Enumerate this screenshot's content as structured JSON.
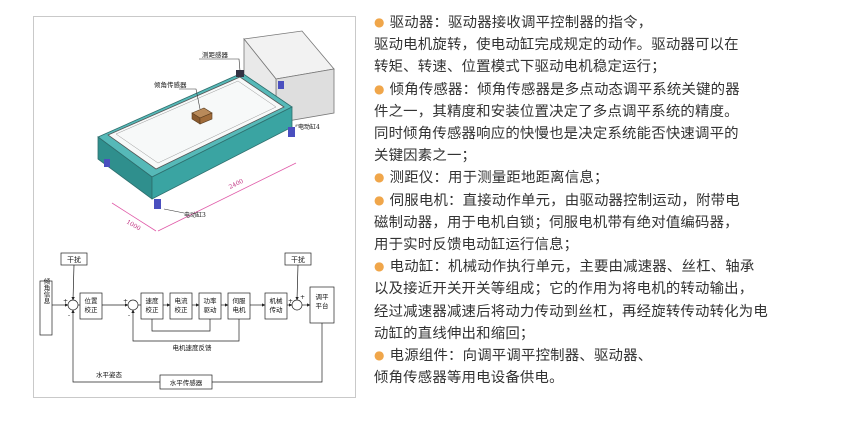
{
  "figure": {
    "render_labels": {
      "distance_sensor": "测距感器",
      "tilt_sensor": "倾角传感器",
      "cylinder_4": "电动缸4",
      "cylinder_3": "电动缸3",
      "dim_long": "2400",
      "dim_short": "1000"
    },
    "block_diagram": {
      "disturbance_left": "干扰",
      "disturbance_right": "干扰",
      "input_signal": "倾角信息",
      "blocks": [
        "位置校正",
        "速度校正",
        "电流校正",
        "功率驱动",
        "伺服电机",
        "机械传动",
        "调平平台"
      ],
      "feedback_speed": "电机速度反馈",
      "feedback_level": "水平姿态",
      "level_sensor": "水平传感器",
      "plus": "+",
      "minus": "-"
    }
  },
  "text": {
    "items": [
      {
        "lines": [
          "驱动器：驱动器接收调平控制器的指令，",
          "驱动电机旋转，使电动缸完成规定的动作。驱动器可以在",
          "转矩、转速、位置模式下驱动电机稳定运行；"
        ]
      },
      {
        "lines": [
          "倾角传感器：倾角传感器是多点动态调平系统关键的器",
          "件之一，其精度和安装位置决定了多点调平系统的精度。",
          "同时倾角传感器响应的快慢也是决定系统能否快速调平的",
          "关键因素之一；"
        ]
      },
      {
        "lines": [
          "测距仪：用于测量距地距离信息；"
        ]
      },
      {
        "lines": [
          "伺服电机：直接动作单元，由驱动器控制运动，附带电",
          "磁制动器，用于电机自锁；伺服电机带有绝对值编码器，",
          "用于实时反馈电动缸运行信息；"
        ]
      },
      {
        "lines": [
          "电动缸：机械动作执行单元，主要由减速器、丝杠、轴承",
          "以及接近开关开关等组成；它的作用为将电机的转动输出，",
          "经过减速器减速后将动力传动到丝杠，再经旋转传动转化为电",
          "动缸的直线伸出和缩回；"
        ]
      },
      {
        "lines": [
          "电源组件：向调平调平控制器、驱动器、",
          "倾角传感器等用电设备供电。"
        ]
      }
    ],
    "bullet_symbol": "●",
    "bullet_color": "#f0a64a"
  }
}
